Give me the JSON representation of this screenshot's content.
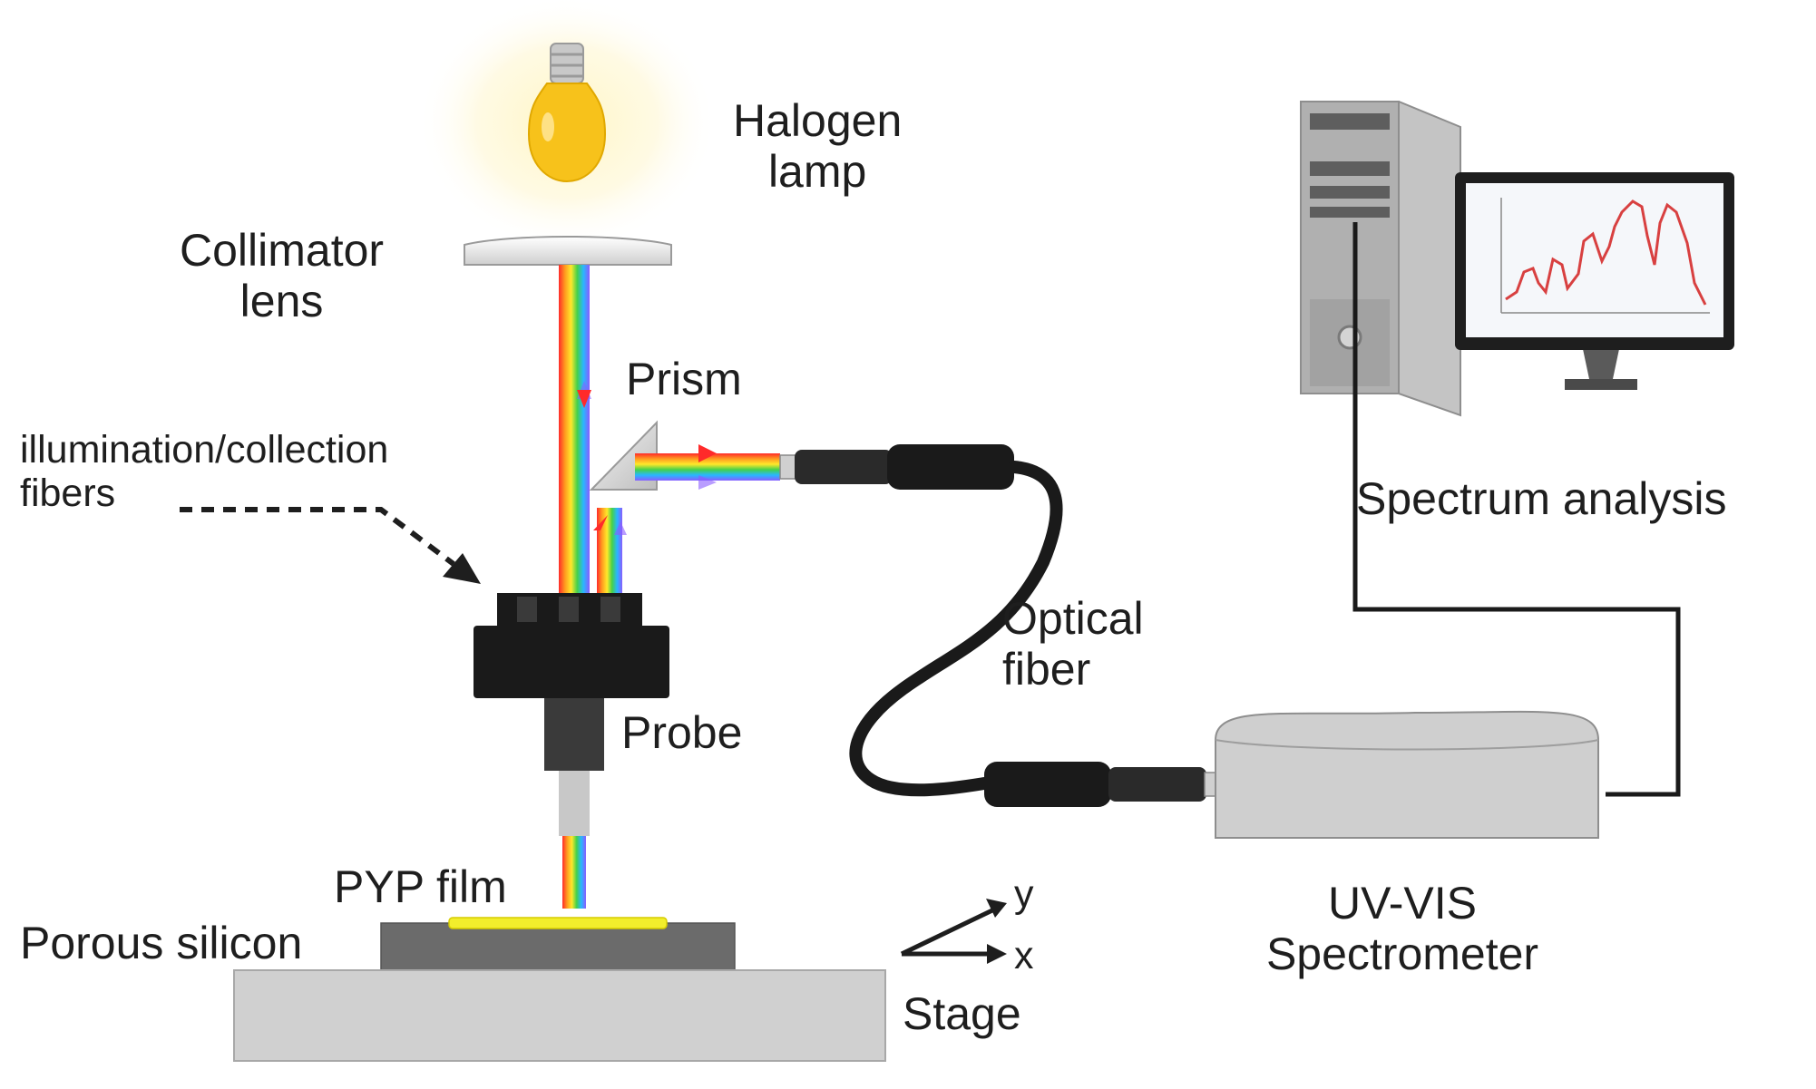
{
  "labels": {
    "halogen_lamp": [
      "Halogen",
      "lamp"
    ],
    "collimator_lens": [
      "Collimator",
      "lens"
    ],
    "prism": "Prism",
    "illumination_fibers": [
      "illumination/collection",
      "fibers"
    ],
    "probe": "Probe",
    "optical_fiber": [
      "Optical",
      "fiber"
    ],
    "spectrum_analysis": "Spectrum analysis",
    "pyp_film": "PYP film",
    "porous_silicon": "Porous silicon",
    "stage": "Stage",
    "axis_y": "y",
    "axis_x": "x",
    "spectrometer": [
      "UV-VIS",
      "Spectrometer"
    ]
  },
  "colors": {
    "text": "#1e1e1e",
    "lamp_glow": "#fff3b0",
    "bulb": "#f7c21b",
    "probe": "#1a1a1a",
    "fiber_cable": "#1a1a1a",
    "film": "#f2ee2c",
    "silicon": "#6b6b6b",
    "stage": "#d0d0d0",
    "computer": "#b0b0b0",
    "spectrometer": "#cfcfcf",
    "rainbow": [
      "#ff2a2a",
      "#ff9a1f",
      "#ffe82a",
      "#44d14a",
      "#28b7ff",
      "#8a5cff"
    ],
    "spectrum_curve": "#d84040"
  },
  "icons": [
    "light-bulb-icon",
    "desktop-computer-icon",
    "monitor-icon"
  ]
}
